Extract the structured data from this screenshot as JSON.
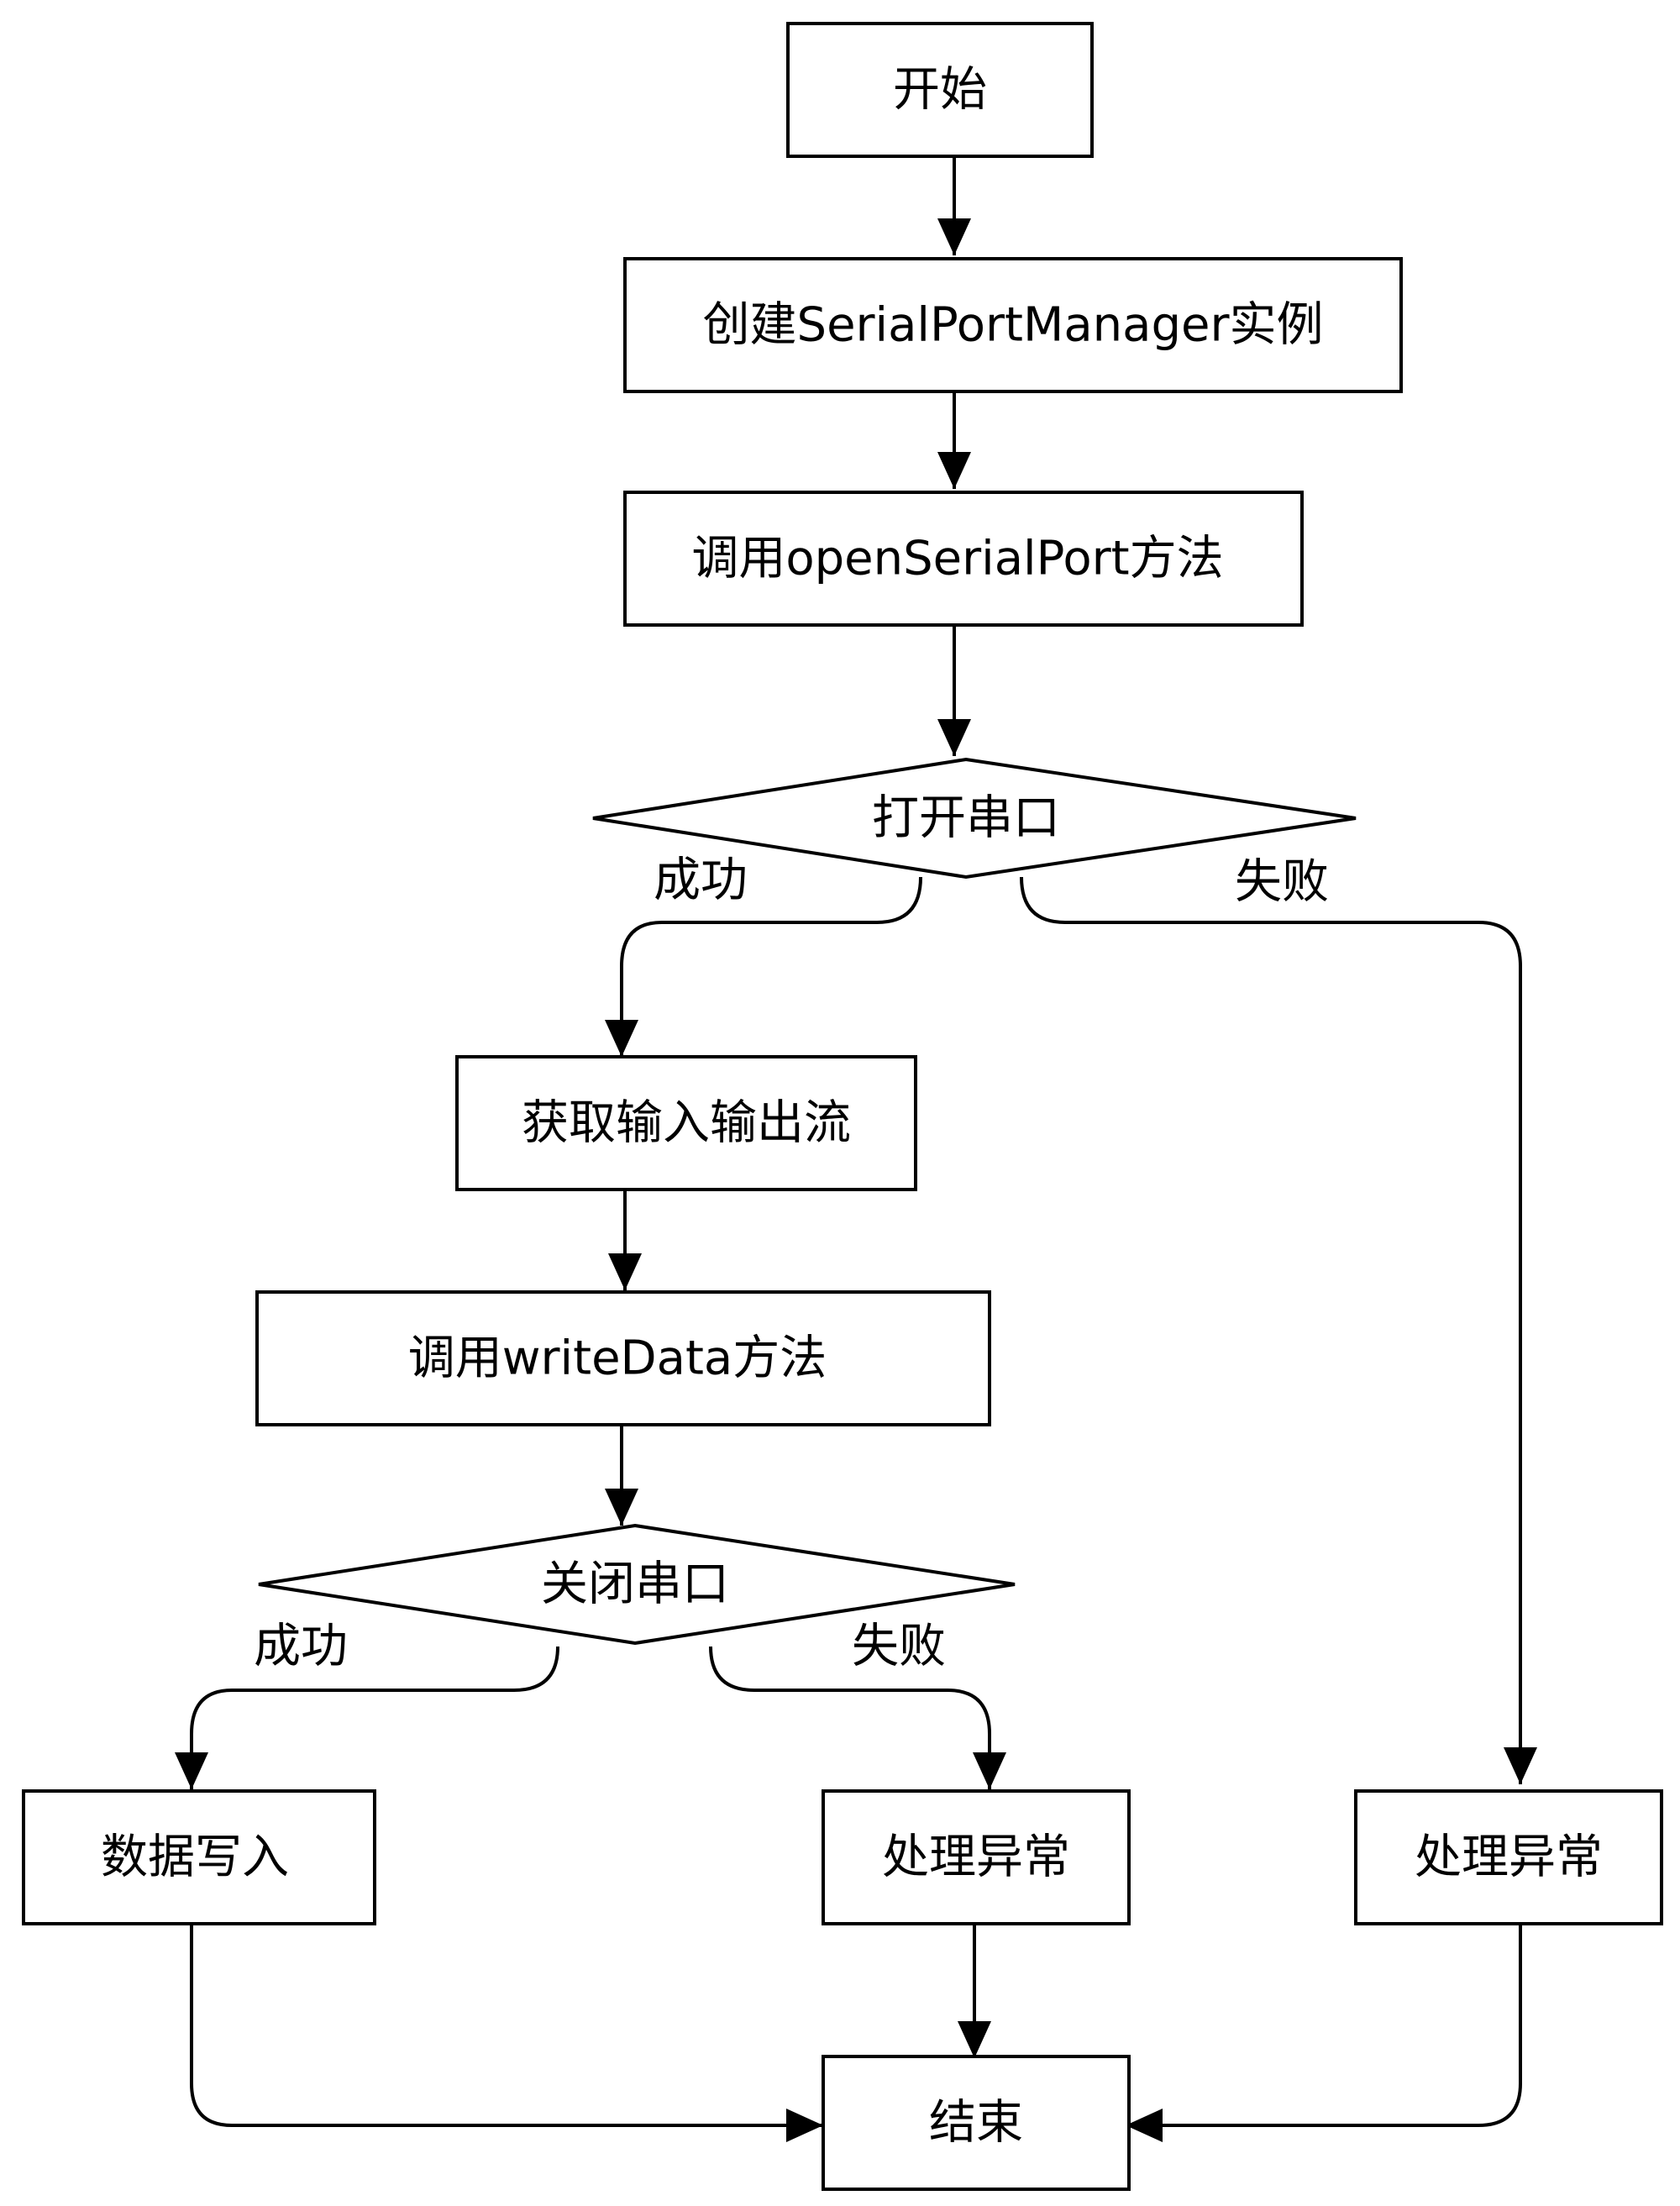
{
  "nodes": {
    "start": "开始",
    "create_instance": "创建SerialPortManager实例",
    "call_open": "调用openSerialPort方法",
    "open_decision": "打开串口",
    "get_streams": "获取输入输出流",
    "call_write": "调用writeData方法",
    "close_decision": "关闭串口",
    "data_write": "数据写入",
    "handle_exception_1": "处理异常",
    "handle_exception_2": "处理异常",
    "end": "结束"
  },
  "edge_labels": {
    "open_success": "成功",
    "open_fail": "失败",
    "close_success": "成功",
    "close_fail": "失败"
  },
  "colors": {
    "stroke": "#000000",
    "fill": "#ffffff",
    "text": "#000000"
  }
}
